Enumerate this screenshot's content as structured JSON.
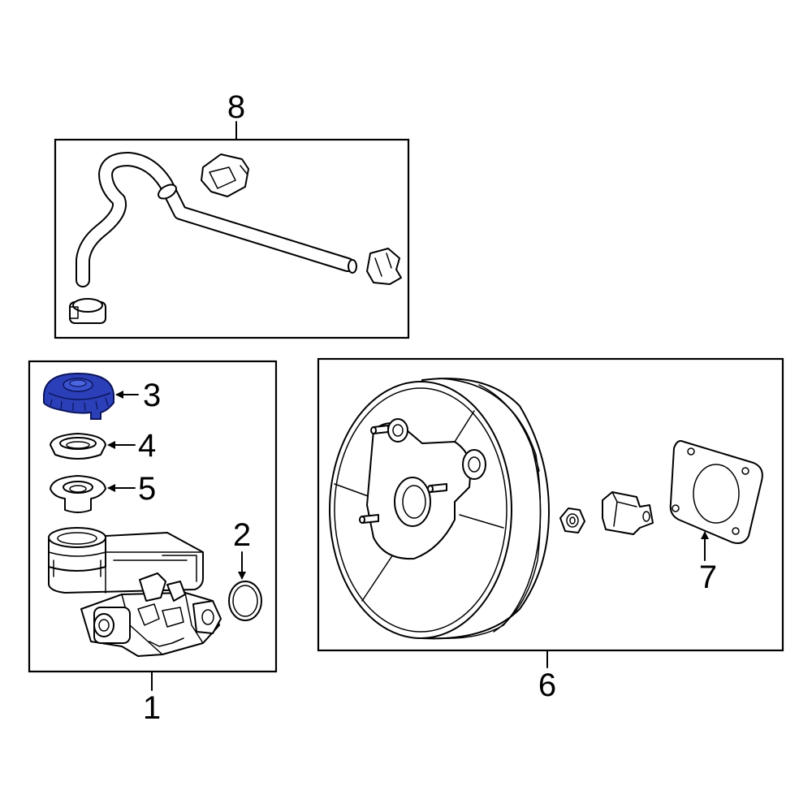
{
  "diagram": {
    "highlight_color": "#2b3fb8",
    "callouts": {
      "c1": "1",
      "c2": "2",
      "c3": "3",
      "c4": "4",
      "c5": "5",
      "c6": "6",
      "c7": "7",
      "c8": "8"
    },
    "highlighted_part": "3"
  }
}
